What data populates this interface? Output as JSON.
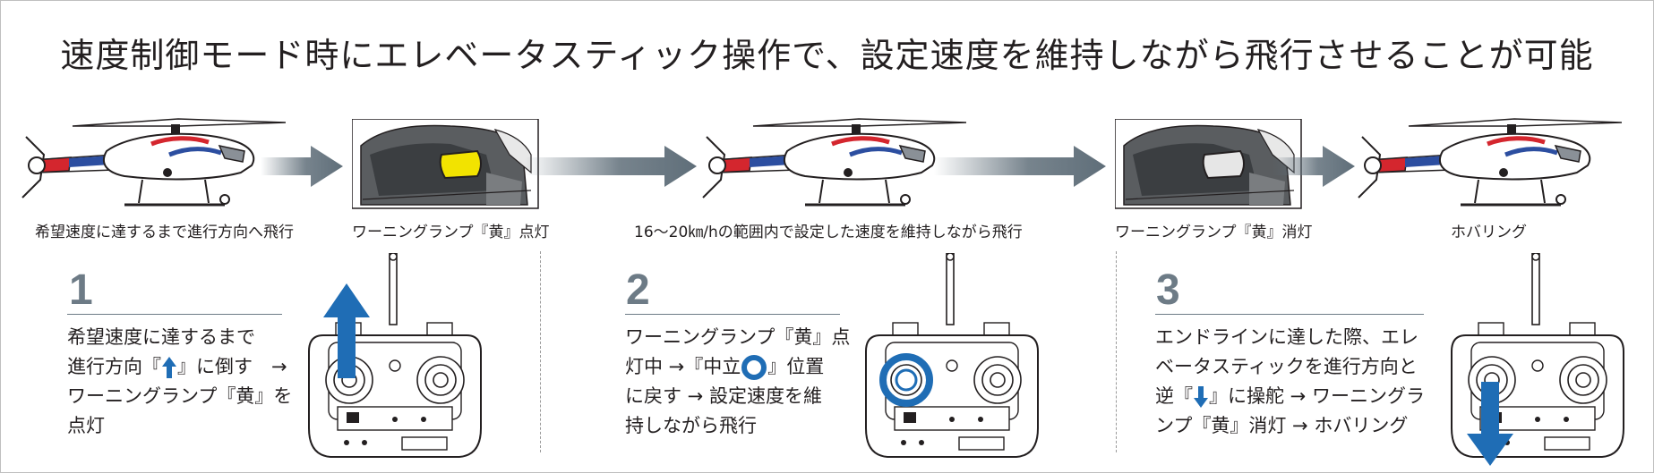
{
  "title": "速度制御モード時にエレベータスティック操作で、設定速度を維持しながら飛行させることが可能",
  "captions": {
    "fly_forward": "希望速度に達するまで進行方向へ飛行",
    "lamp_on": "ワーニングランプ『黄』点灯",
    "maintain": "16～20㎞/hの範囲内で設定した速度を維持しながら飛行",
    "lamp_off": "ワーニングランプ『黄』消灯",
    "hover": "ホバリング"
  },
  "steps": [
    {
      "number": "1",
      "lines": [
        {
          "a": "希望速度に達するまで"
        },
        {
          "a": "進行方向『",
          "icon": "arrow-up-icon",
          "b": "』に倒す　→"
        },
        {
          "a": "ワーニングランプ『黄』を"
        },
        {
          "a": "点灯"
        }
      ]
    },
    {
      "number": "2",
      "lines": [
        {
          "a": "ワーニングランプ『黄』点"
        },
        {
          "a": "灯中 →『中立",
          "icon": "neutral-circle-icon",
          "b": "』位置"
        },
        {
          "a": "に戻す → 設定速度を維"
        },
        {
          "a": "持しながら飛行"
        }
      ]
    },
    {
      "number": "3",
      "lines": [
        {
          "a": "エンドラインに達した際、エレ"
        },
        {
          "a": "ベータスティックを進行方向と"
        },
        {
          "a": "逆『",
          "icon": "arrow-down-icon",
          "b": "』に操舵 → ワーニングラ"
        },
        {
          "a": "ンプ『黄』消灯 → ホバリング"
        }
      ]
    }
  ],
  "colors": {
    "accent_blue": "#1f6db5",
    "arrow_gray": "#5f6e79",
    "step_gray": "#6d7b86",
    "lamp_yellow": "#f2e300",
    "heli_red": "#d4262e",
    "heli_blue": "#2c4ea0"
  }
}
